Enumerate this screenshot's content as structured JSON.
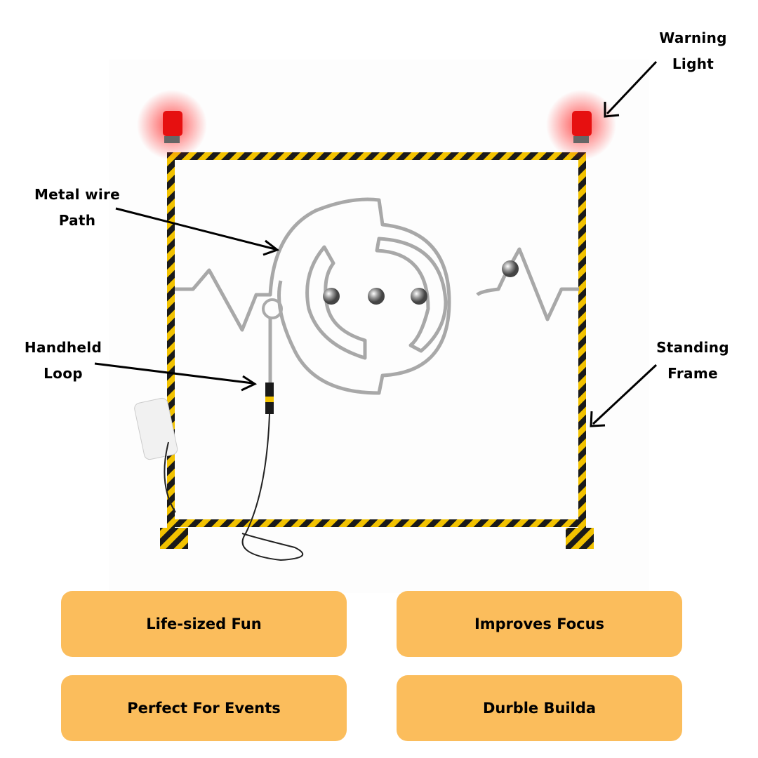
{
  "labels": {
    "warning_light": [
      "Warning",
      "Light"
    ],
    "metal_wire_path": [
      "Metal wire",
      "Path"
    ],
    "handheld_loop": [
      "Handheld",
      "Loop"
    ],
    "standing_frame": [
      "Standing",
      "Frame"
    ]
  },
  "features": [
    {
      "label": "Life-sized Fun"
    },
    {
      "label": "Improves Focus"
    },
    {
      "label": "Perfect For Events"
    },
    {
      "label": "Durble Builda"
    }
  ],
  "colors": {
    "badge": "#fbbd5c",
    "stripe_yellow": "#f2c200",
    "stripe_black": "#1a1a1a",
    "light_red": "#ff2020",
    "wire": "#a8a8a8"
  }
}
